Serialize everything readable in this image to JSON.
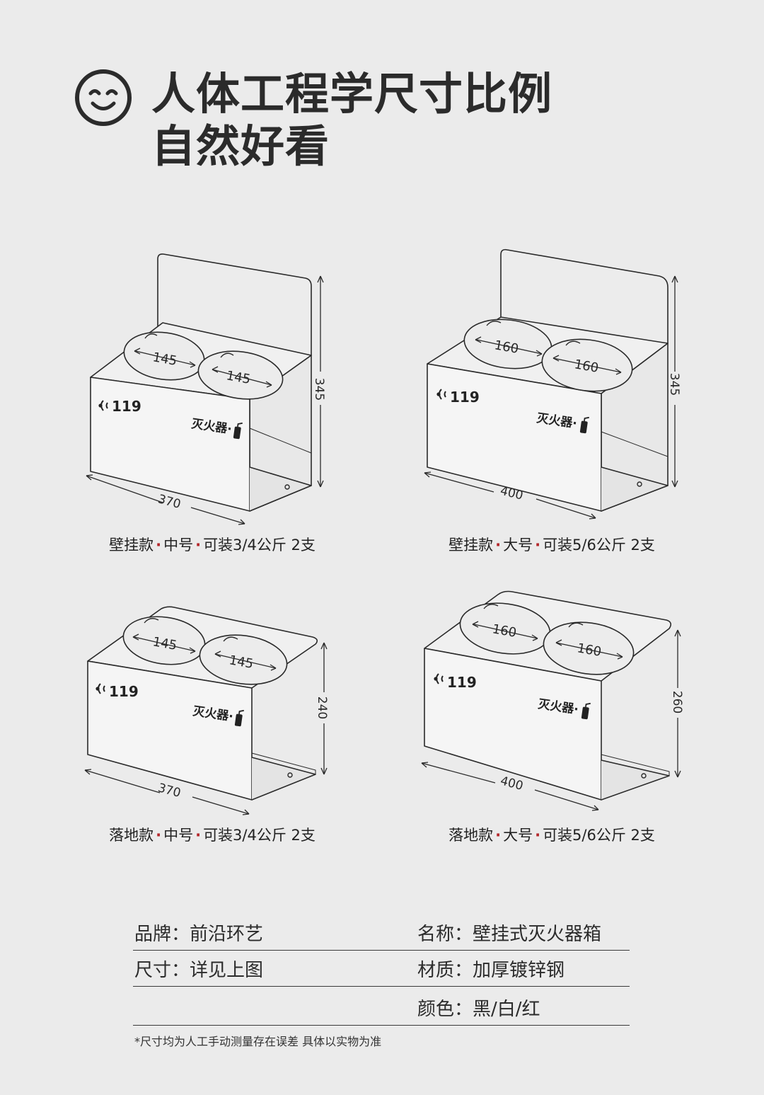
{
  "header": {
    "icon": "smiley-face-icon",
    "title_line1": "人体工程学尺寸比例",
    "title_line2": "自然好看"
  },
  "products": [
    {
      "variant": "wall",
      "style": "壁挂款",
      "size": "中号",
      "capacity": "可装3/4公斤 2支",
      "width_label": "370",
      "height_label": "345",
      "hole_left_label": "145",
      "hole_right_label": "145",
      "phone_text": "119",
      "ext_label": "灭火器·"
    },
    {
      "variant": "wall",
      "style": "壁挂款",
      "size": "大号",
      "capacity": "可装5/6公斤 2支",
      "width_label": "400",
      "height_label": "345",
      "hole_left_label": "160",
      "hole_right_label": "160",
      "phone_text": "119",
      "ext_label": "灭火器·"
    },
    {
      "variant": "floor",
      "style": "落地款",
      "size": "中号",
      "capacity": "可装3/4公斤 2支",
      "width_label": "370",
      "height_label": "240",
      "hole_left_label": "145",
      "hole_right_label": "145",
      "phone_text": "119",
      "ext_label": "灭火器·"
    },
    {
      "variant": "floor",
      "style": "落地款",
      "size": "大号",
      "capacity": "可装5/6公斤 2支",
      "width_label": "400",
      "height_label": "260",
      "hole_left_label": "160",
      "hole_right_label": "160",
      "phone_text": "119",
      "ext_label": "灭火器·"
    }
  ],
  "specs": {
    "brand": "品牌：前沿环艺",
    "name": "名称：壁挂式灭火器箱",
    "size": "尺寸：详见上图",
    "material": "材质：加厚镀锌钢",
    "color": "颜色：黑/白/红"
  },
  "footnote": "*尺寸均为人工手动测量存在误差 具体以实物为准",
  "colors": {
    "background": "#ebebeb",
    "accent_dot": "#b3262a",
    "text": "#2b2b2b"
  }
}
